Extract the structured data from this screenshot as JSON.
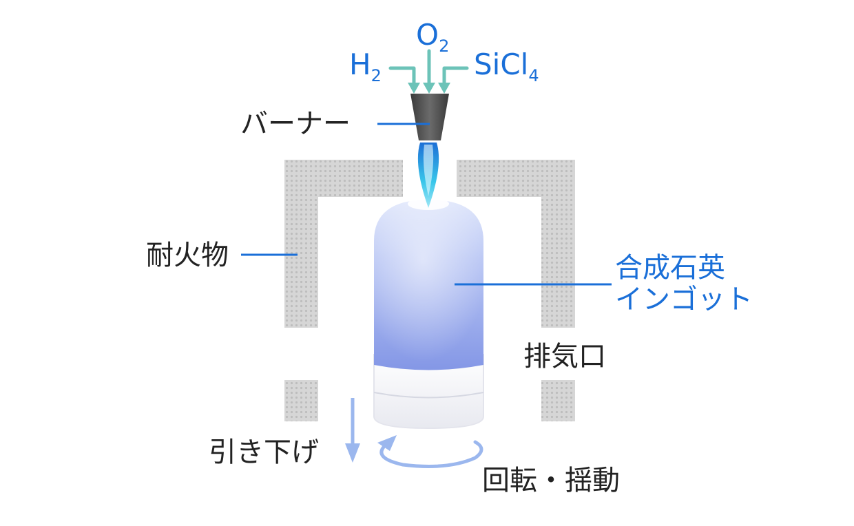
{
  "gases": {
    "h2": {
      "base": "H",
      "sub": "2"
    },
    "o2": {
      "base": "O",
      "sub": "2"
    },
    "sicl4": {
      "base": "SiCl",
      "sub": "4"
    }
  },
  "labels": {
    "burner": "バーナー",
    "refractory": "耐火物",
    "ingot_line1": "合成石英",
    "ingot_line2": "インゴット",
    "exhaust": "排気口",
    "pull_down": "引き下げ",
    "rotate": "回転・揺動"
  },
  "colors": {
    "label_text": "#222222",
    "accent_blue": "#1a6fd8",
    "gas_arrow": "#6cc3b8",
    "refractory": "#c8c8c8",
    "ingot": "#8fa2ea",
    "motion_arrow": "#9bb7ee"
  }
}
